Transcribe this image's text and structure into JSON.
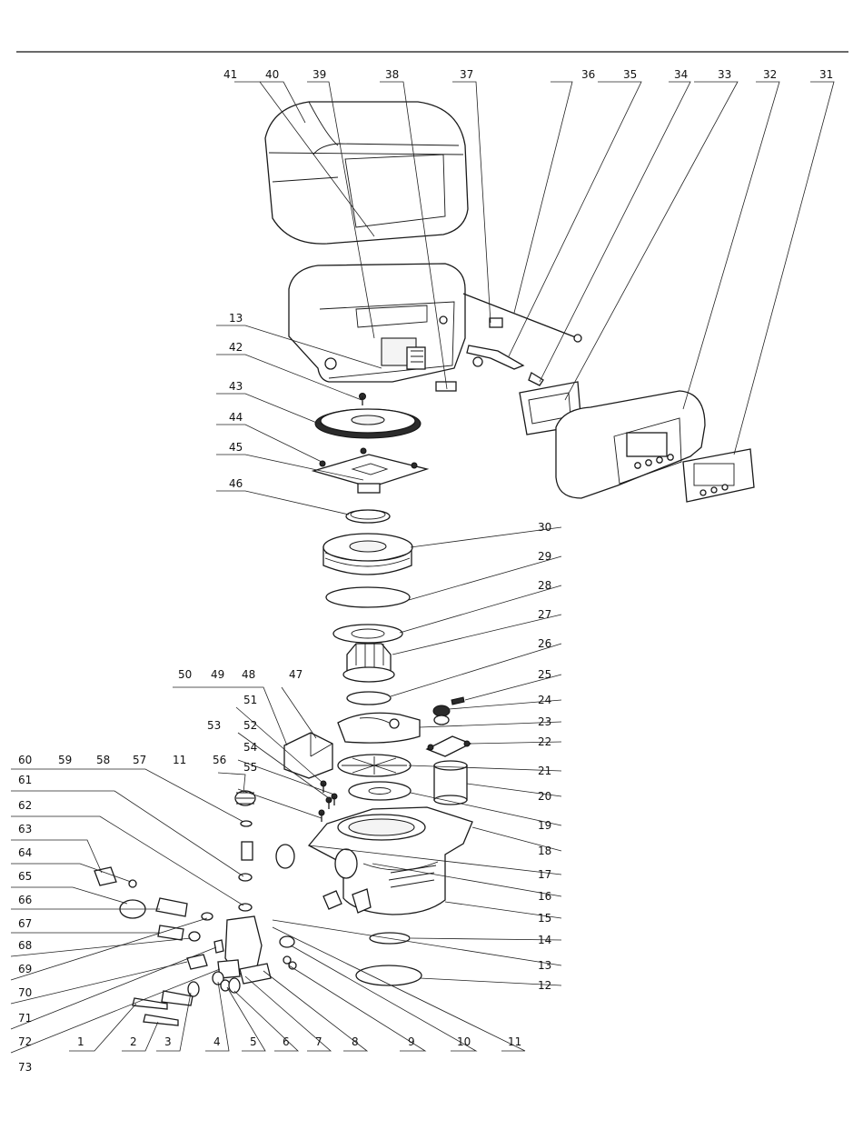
{
  "callouts": [
    {
      "label": "1"
    },
    {
      "label": "2"
    },
    {
      "label": "3"
    },
    {
      "label": "4"
    },
    {
      "label": "5"
    },
    {
      "label": "6"
    },
    {
      "label": "7"
    },
    {
      "label": "8"
    },
    {
      "label": "9"
    },
    {
      "label": "10"
    },
    {
      "label": "11"
    },
    {
      "label": "12"
    },
    {
      "label": "13"
    },
    {
      "label": "14"
    },
    {
      "label": "15"
    },
    {
      "label": "16"
    },
    {
      "label": "17"
    },
    {
      "label": "18"
    },
    {
      "label": "19"
    },
    {
      "label": "20"
    },
    {
      "label": "21"
    },
    {
      "label": "22"
    },
    {
      "label": "23"
    },
    {
      "label": "24"
    },
    {
      "label": "25"
    },
    {
      "label": "26"
    },
    {
      "label": "27"
    },
    {
      "label": "28"
    },
    {
      "label": "29"
    },
    {
      "label": "30"
    },
    {
      "label": "31"
    },
    {
      "label": "32"
    },
    {
      "label": "33"
    },
    {
      "label": "34"
    },
    {
      "label": "35"
    },
    {
      "label": "36"
    },
    {
      "label": "37"
    },
    {
      "label": "38"
    },
    {
      "label": "39"
    },
    {
      "label": "40"
    },
    {
      "label": "41"
    },
    {
      "label": "13"
    },
    {
      "label": "42"
    },
    {
      "label": "43"
    },
    {
      "label": "44"
    },
    {
      "label": "45"
    },
    {
      "label": "46"
    },
    {
      "label": "50"
    },
    {
      "label": "49"
    },
    {
      "label": "48"
    },
    {
      "label": "47"
    },
    {
      "label": "51"
    },
    {
      "label": "53"
    },
    {
      "label": "52"
    },
    {
      "label": "54"
    },
    {
      "label": "55"
    },
    {
      "label": "60"
    },
    {
      "label": "59"
    },
    {
      "label": "58"
    },
    {
      "label": "57"
    },
    {
      "label": "11"
    },
    {
      "label": "56"
    },
    {
      "label": "61"
    },
    {
      "label": "62"
    },
    {
      "label": "63"
    },
    {
      "label": "64"
    },
    {
      "label": "65"
    },
    {
      "label": "66"
    },
    {
      "label": "67"
    },
    {
      "label": "68"
    },
    {
      "label": "69"
    },
    {
      "label": "70"
    },
    {
      "label": "71"
    },
    {
      "label": "72"
    },
    {
      "label": "73"
    }
  ]
}
